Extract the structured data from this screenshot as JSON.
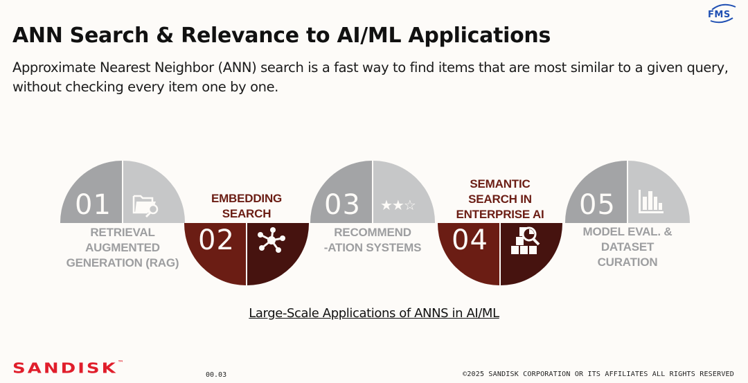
{
  "header": {
    "title": "ANN Search & Relevance to AI/ML Applications",
    "subtitle": "Approximate Nearest Neighbor (ANN) search is a fast way to find items that are most similar to a given query, without checking every item one by one.",
    "logo_text": "FMS"
  },
  "diagram": {
    "items": [
      {
        "number": "01",
        "label": "RETRIEVAL AUGMENTED GENERATION (RAG)",
        "label_lines": [
          "RETRIEVAL",
          "AUGMENTED",
          "GENERATION (RAG)"
        ],
        "icon": "folder-search-icon",
        "position": "top",
        "color": "#a3a4a6"
      },
      {
        "number": "02",
        "label": "EMBEDDING SEARCH",
        "label_lines": [
          "EMBEDDING",
          "SEARCH"
        ],
        "icon": "network-hub-icon",
        "position": "bottom",
        "color": "#6b1d14"
      },
      {
        "number": "03",
        "label": "RECOMMEND-ATION SYSTEMS",
        "label_lines": [
          "RECOMMEND",
          "-ATION SYSTEMS"
        ],
        "icon": "star-rating-icon",
        "icon_text": "★★☆",
        "position": "top",
        "color": "#a3a4a6"
      },
      {
        "number": "04",
        "label": "SEMANTIC SEARCH IN ENTERPRISE AI",
        "label_lines": [
          "SEMANTIC",
          "SEARCH IN",
          "ENTERPRISE AI"
        ],
        "icon": "boxes-search-icon",
        "position": "bottom",
        "color": "#6b1d14"
      },
      {
        "number": "05",
        "label": "MODEL EVAL. & DATASET CURATION",
        "label_lines": [
          "MODEL EVAL. &",
          "DATASET",
          "CURATION"
        ],
        "icon": "bar-chart-icon",
        "position": "top",
        "color": "#a3a4a6"
      }
    ],
    "caption": "Large-Scale Applications of ANNS in AI/ML"
  },
  "footer": {
    "brand": "SANDISK",
    "trademark": "™",
    "page_number": "00.03",
    "copyright": "©2025 SANDISK CORPORATION OR ITS AFFILIATES ALL RIGHTS RESERVED"
  },
  "colors": {
    "gray_dark": "#a3a4a6",
    "gray_light": "#c6c7c8",
    "red_dark": "#6b1d14",
    "red_darker": "#46130f",
    "brand_red": "#e01e2b",
    "background": "#fdfbf8"
  }
}
